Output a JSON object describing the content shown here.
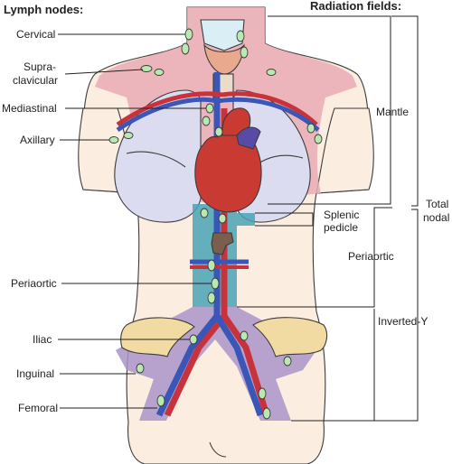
{
  "headers": {
    "lymph_nodes": "Lymph nodes:",
    "radiation_fields": "Radiation fields:"
  },
  "node_labels": {
    "cervical": "Cervical",
    "supraclavicular_line1": "Supra-",
    "supraclavicular_line2": "clavicular",
    "mediastinal": "Mediastinal",
    "axillary": "Axillary",
    "periaortic": "Periaortic",
    "iliac": "Iliac",
    "inguinal": "Inguinal",
    "femoral": "Femoral"
  },
  "field_labels": {
    "mantle": "Mantle",
    "splenic_line1": "Splenic",
    "splenic_line2": "pedicle",
    "periaortic": "Periaortic",
    "total_line1": "Total",
    "total_line2": "nodal",
    "inverted_y": "Inverted-Y"
  },
  "colors": {
    "skin": "#fbeee0",
    "mantle_field": "#e9aab4",
    "periaortic_field": "#4aa3b5",
    "inverted_y_field": "#a994c8",
    "lymph_node": "#b9e8b1",
    "artery": "#c8323a",
    "vein": "#3a57b8",
    "heart": "#c93a32",
    "lung": "#dcdcf0",
    "pelvis": "#f2dba3"
  }
}
